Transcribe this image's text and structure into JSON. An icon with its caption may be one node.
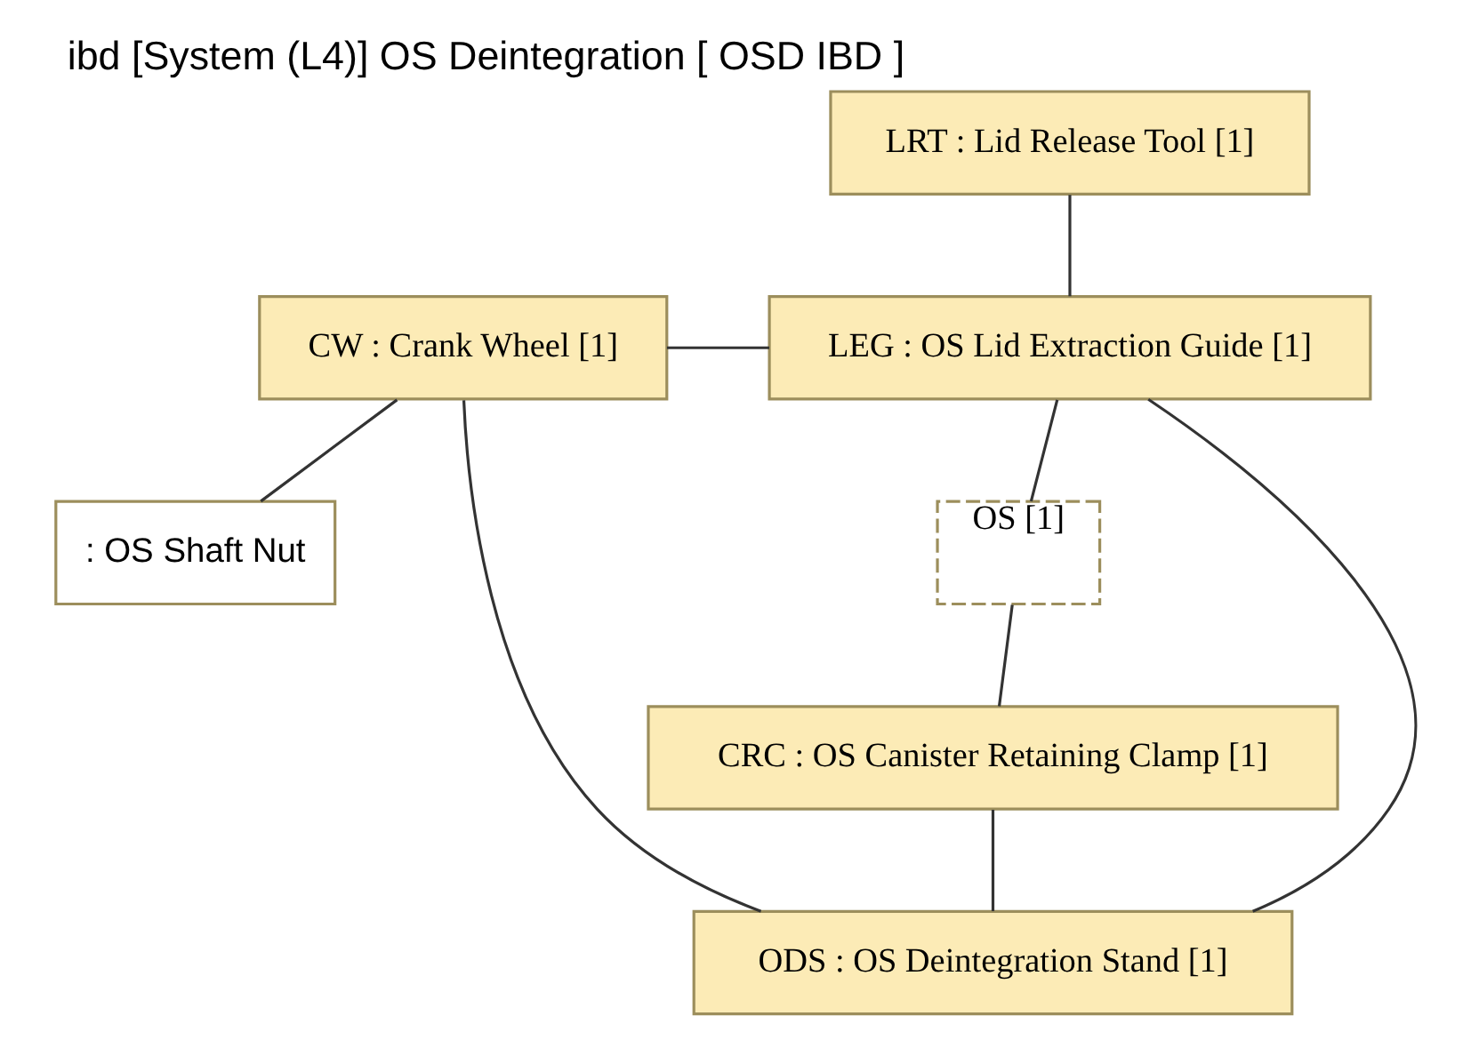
{
  "diagram": {
    "title": "ibd [System (L4)] OS Deintegration [ OSD IBD ]",
    "nodes": [
      {
        "text": [
          "LRT : Lid Release Tool [1]"
        ]
      },
      {
        "text": [
          "CW : Crank Wheel [1]"
        ]
      },
      {
        "text": [
          "LEG : OS Lid Extraction Guide [1]"
        ]
      },
      {
        "text": [
          ": OS Shaft Nut"
        ]
      },
      {
        "text": [
          "OS [1]"
        ]
      },
      {
        "text": [
          "CRC : OS Canister Retaining Clamp [1]"
        ]
      },
      {
        "text": [
          "ODS : OS Deintegration Stand [1]"
        ]
      }
    ],
    "edges": [
      {
        "from": 0,
        "to": 2,
        "arrow": "none"
      },
      {
        "from": 1,
        "to": 2,
        "arrow": "none"
      },
      {
        "from": 2,
        "to": 4,
        "arrow": "none"
      },
      {
        "from": 1,
        "to": 3,
        "arrow": "none"
      },
      {
        "from": 2,
        "to": 6,
        "arrow": "none"
      },
      {
        "from": 4,
        "to": 5,
        "arrow": "none"
      },
      {
        "from": 5,
        "to": 6,
        "arrow": "none"
      },
      {
        "from": 1,
        "to": 6,
        "arrow": "none"
      }
    ]
  }
}
